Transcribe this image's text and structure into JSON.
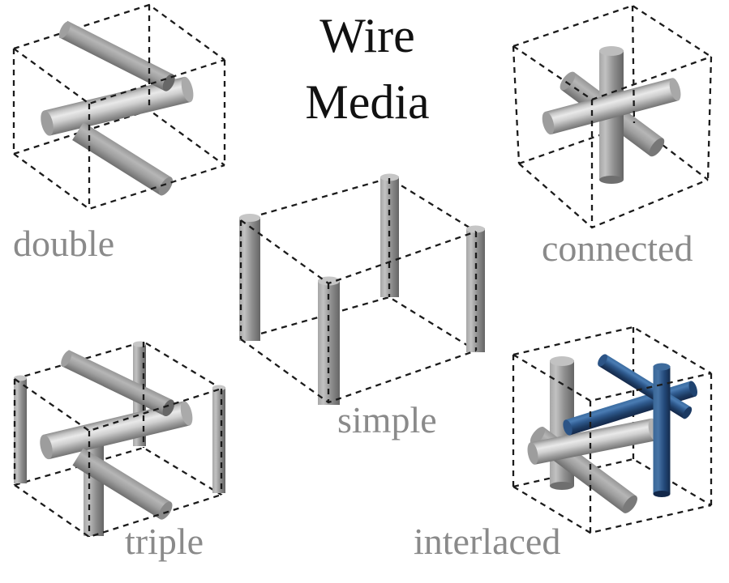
{
  "title": {
    "line1": "Wire",
    "line2": "Media"
  },
  "panels": [
    {
      "id": "double",
      "label": "double",
      "wires": "two crossed horizontal gray wire directions in a dashed unit cell"
    },
    {
      "id": "connected",
      "label": "connected",
      "wires": "three orthogonal gray wires joined at the cell center"
    },
    {
      "id": "simple",
      "label": "simple",
      "wires": "four vertical gray wires at the cell corners"
    },
    {
      "id": "triple",
      "label": "triple",
      "wires": "crossed horizontal gray wires plus vertical corner wires"
    },
    {
      "id": "interlaced",
      "label": "interlaced",
      "wires": "two offset three-wire crosses, one gray and one blue"
    }
  ],
  "colors": {
    "background": "#ffffff",
    "title_text": "#111111",
    "label_text": "#8a8a8a",
    "dashed_cell_edge": "#1b1b1b",
    "wire_gray": "#9a9a9a",
    "wire_gray_highlight": "#e9e9e9",
    "wire_gray_shadow": "#6f6f6f",
    "wire_blue": "#2f5a8e",
    "wire_blue_highlight": "#4a7cb3",
    "wire_blue_shadow": "#15294a"
  }
}
